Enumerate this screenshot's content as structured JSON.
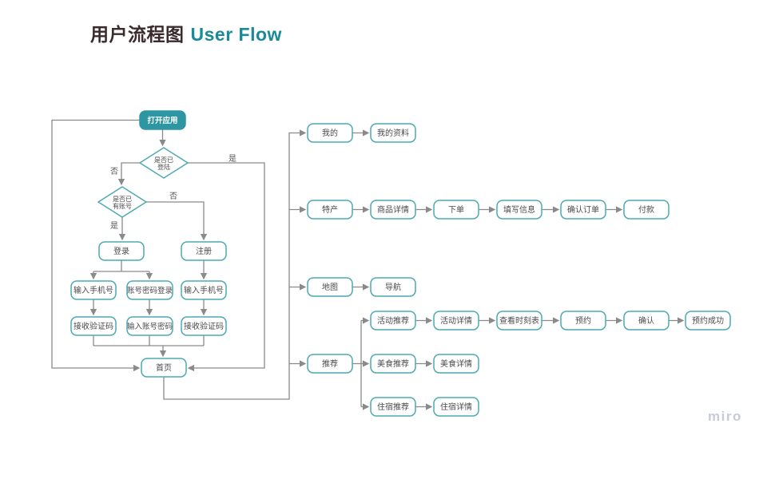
{
  "page": {
    "title_zh": "用户流程图",
    "title_en": "User Flow",
    "watermark": "miro"
  },
  "colors": {
    "accent_teal": "#2e96a3",
    "node_border_teal": "#4daab4",
    "edge_gray": "#8a8a8a",
    "title_dark": "#3b2a2e",
    "title_teal": "#1b8a97",
    "watermark_gray": "#c7cbd8"
  },
  "nodes": {
    "open_app": {
      "label": "打开应用"
    },
    "decision_login": {
      "line1": "是否已",
      "line2": "登陆"
    },
    "decision_account": {
      "line1": "是否已",
      "line2": "有账号"
    },
    "login": {
      "label": "登录"
    },
    "register": {
      "label": "注册"
    },
    "input_phone_a": {
      "label": "输入手机号"
    },
    "account_pwd_login": {
      "label": "账号密码登录"
    },
    "input_phone_b": {
      "label": "输入手机号"
    },
    "receive_code_a": {
      "label": "接收验证码"
    },
    "input_account_pwd": {
      "label": "输入账号密码"
    },
    "receive_code_b": {
      "label": "接收验证码"
    },
    "home": {
      "label": "首页"
    },
    "mine": {
      "label": "我的"
    },
    "my_profile": {
      "label": "我的资料"
    },
    "specialty": {
      "label": "特产"
    },
    "product_detail": {
      "label": "商品详情"
    },
    "place_order": {
      "label": "下单"
    },
    "fill_info": {
      "label": "填写信息"
    },
    "confirm_order": {
      "label": "确认订单"
    },
    "pay": {
      "label": "付款"
    },
    "map": {
      "label": "地图"
    },
    "navigation": {
      "label": "导航"
    },
    "recommend": {
      "label": "推荐"
    },
    "activity_recommend": {
      "label": "活动推荐"
    },
    "activity_detail": {
      "label": "活动详情"
    },
    "view_timetable": {
      "label": "查看时刻表"
    },
    "reserve": {
      "label": "预约"
    },
    "confirm": {
      "label": "确认"
    },
    "reserve_success": {
      "label": "预约成功"
    },
    "food_recommend": {
      "label": "美食推荐"
    },
    "food_detail": {
      "label": "美食详情"
    },
    "stay_recommend": {
      "label": "住宿推荐"
    },
    "stay_detail": {
      "label": "住宿详情"
    }
  },
  "edge_labels": {
    "yes_logged_in": "是",
    "no_logged_in": "否",
    "yes_has_account": "是",
    "no_has_account": "否"
  }
}
